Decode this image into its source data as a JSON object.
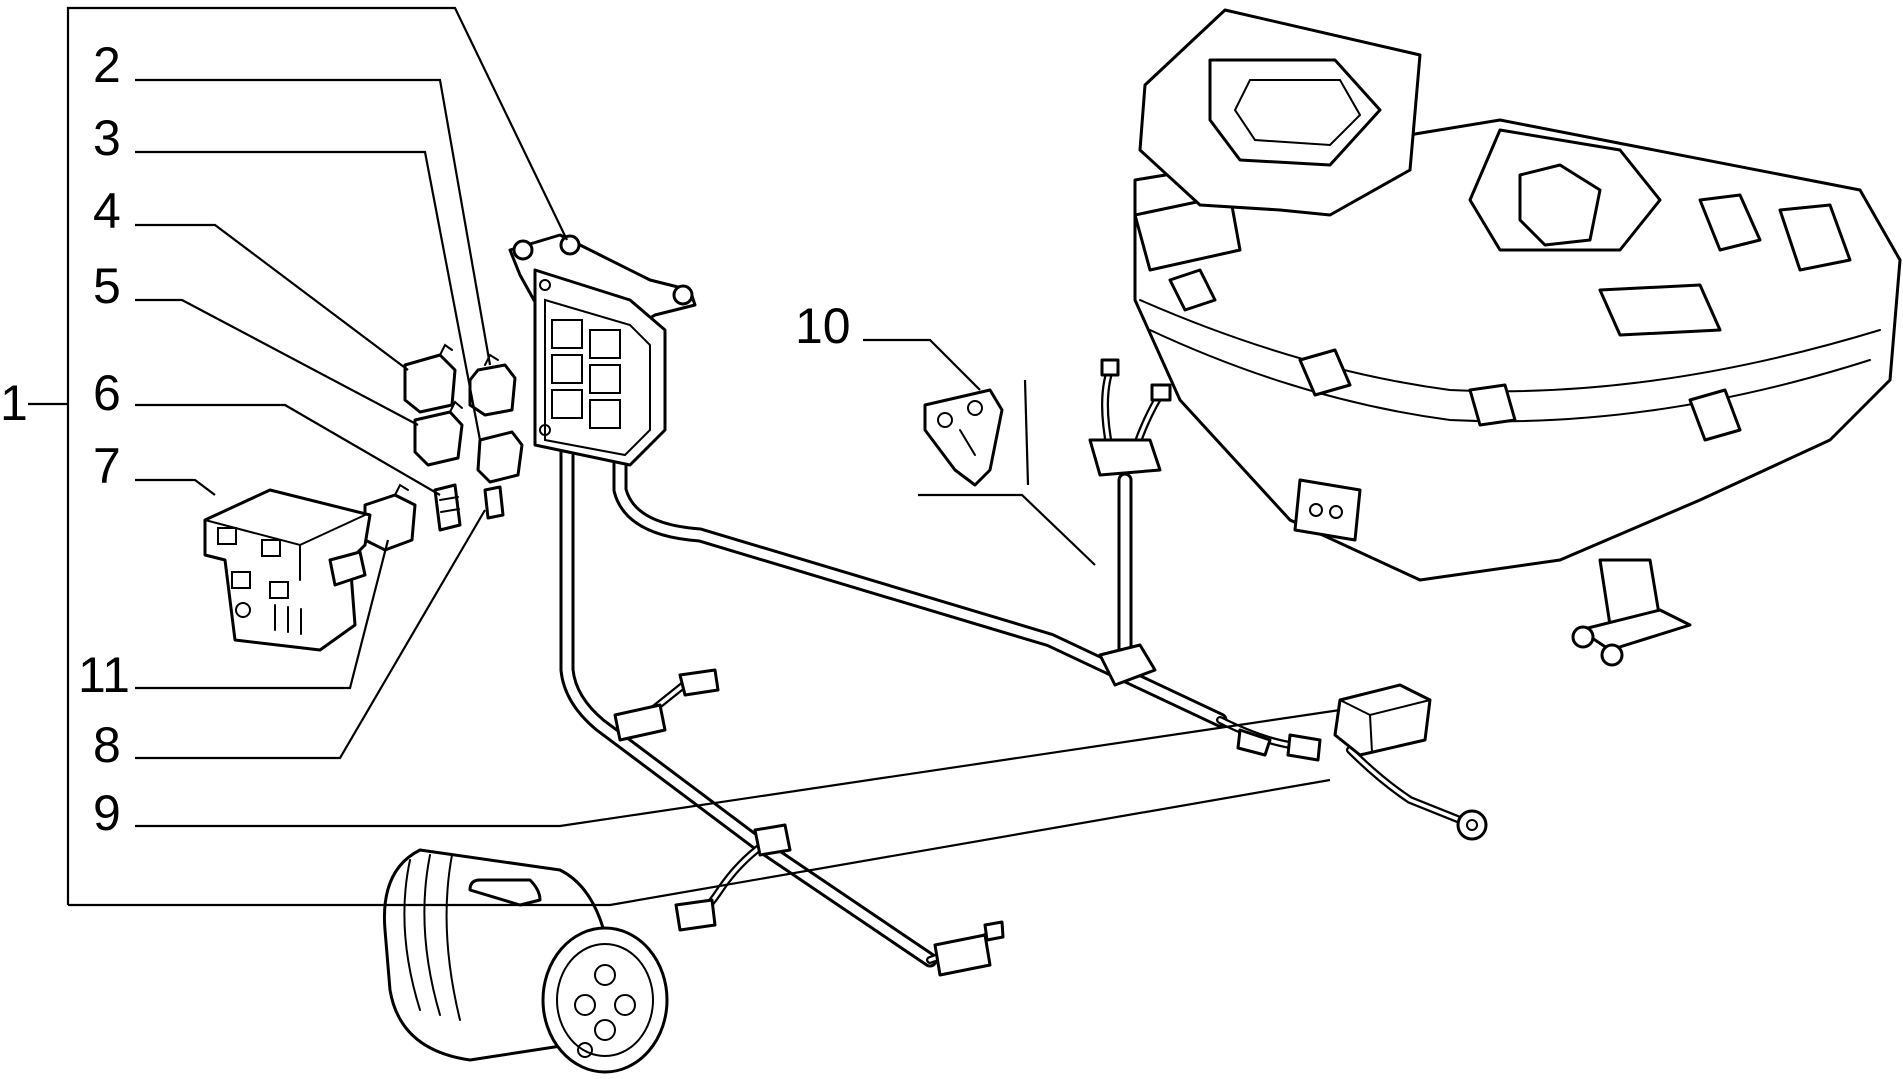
{
  "callouts": {
    "c1": "1",
    "c2": "2",
    "c3": "3",
    "c4": "4",
    "c5": "5",
    "c6": "6",
    "c7": "7",
    "c8": "8",
    "c9": "9",
    "c10": "10",
    "c11": "11"
  },
  "parts": {
    "p1": "wiring-harness",
    "p2": "fuse-relay-box",
    "p3": "relay",
    "p4": "relay",
    "p5": "relay",
    "p6": "fuse-clip",
    "p7": "control-unit",
    "p8": "fuse",
    "p9": "connector-with-ground-lead",
    "p10": "bracket",
    "p11": "relay",
    "heater-unit": "heater-blower-housing",
    "compressor": "ac-compressor"
  }
}
